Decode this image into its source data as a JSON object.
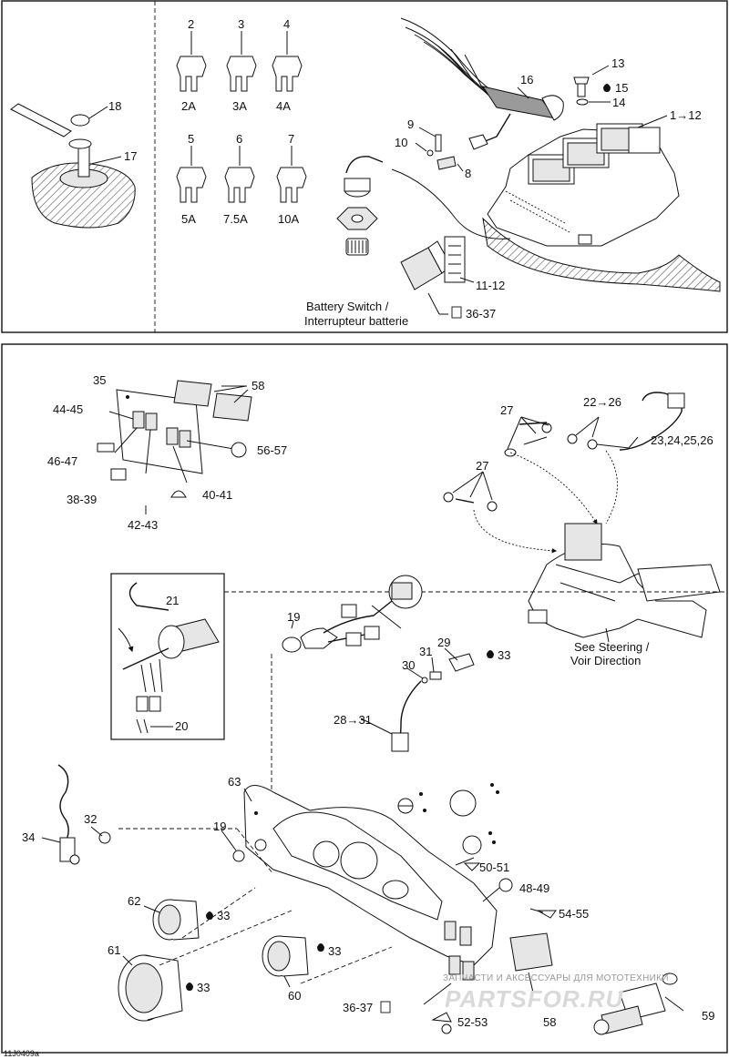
{
  "figure_code": "11J0409a",
  "top_panel": {
    "callouts": [
      "1→12",
      "2",
      "3",
      "4",
      "5",
      "6",
      "7",
      "8",
      "9",
      "10",
      "11-12",
      "13",
      "14",
      "15",
      "16",
      "17",
      "18",
      "36-37"
    ],
    "fuse_ratings": [
      "2A",
      "3A",
      "4A",
      "5A",
      "7.5A",
      "10A"
    ],
    "battery_switch_label_en": "Battery Switch /",
    "battery_switch_label_fr": "Interrupteur batterie"
  },
  "bottom_panel": {
    "callouts": [
      "19",
      "19",
      "20",
      "21",
      "22→26",
      "23,24,25,26",
      "27",
      "27",
      "28→31",
      "29",
      "30",
      "31",
      "32",
      "33",
      "33",
      "33",
      "33",
      "34",
      "35",
      "36-37",
      "38-39",
      "40-41",
      "42-43",
      "44-45",
      "46-47",
      "48-49",
      "50-51",
      "52-53",
      "54-55",
      "56-57",
      "58",
      "58",
      "59",
      "60",
      "61",
      "62",
      "63"
    ],
    "steering_label_en": "See  Steering /",
    "steering_label_fr": "Voir Direction"
  },
  "watermark": {
    "tagline": "ЗАПЧАСТИ И АКСЕССУАРЫ ДЛЯ МОТОТЕХНИКИ",
    "brand": "PARTSFOR.RU"
  },
  "colors": {
    "line": "#111111",
    "background": "#ffffff",
    "watermark": "#d9d9d9"
  }
}
